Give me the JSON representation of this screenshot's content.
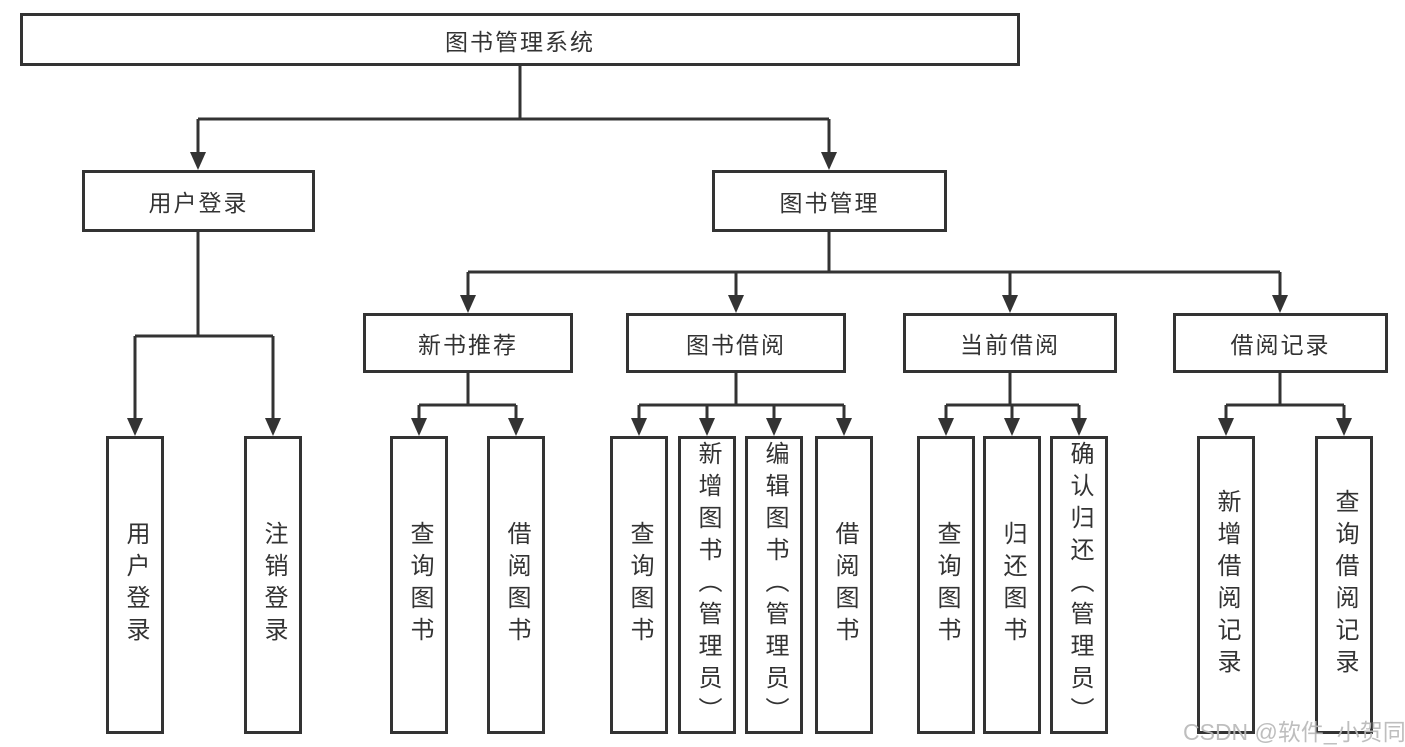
{
  "nodes": {
    "root": "图书管理系统",
    "level2": {
      "user_login": "用户登录",
      "book_mgmt": "图书管理"
    },
    "level3": {
      "new_books": "新书推荐",
      "borrowing": "图书借阅",
      "current": "当前借阅",
      "records": "借阅记录"
    },
    "leaves": {
      "user_login": "用户登录",
      "logout": "注销登录",
      "nb_query": "查询图书",
      "nb_borrow": "借阅图书",
      "bb_query": "查询图书",
      "bb_add": "新增图书（管理员）",
      "bb_edit": "编辑图书（管理员）",
      "bb_borrow": "借阅图书",
      "cb_query": "查询图书",
      "cb_return": "归还图书",
      "cb_confirm": "确认归还（管理员）",
      "br_add": "新增借阅记录",
      "br_query": "查询借阅记录"
    }
  },
  "watermark": "CSDN @软件_小贺同学",
  "colors": {
    "line": "#333333",
    "text": "#333333",
    "background": "#ffffff",
    "watermark": "#b9b9b9"
  }
}
